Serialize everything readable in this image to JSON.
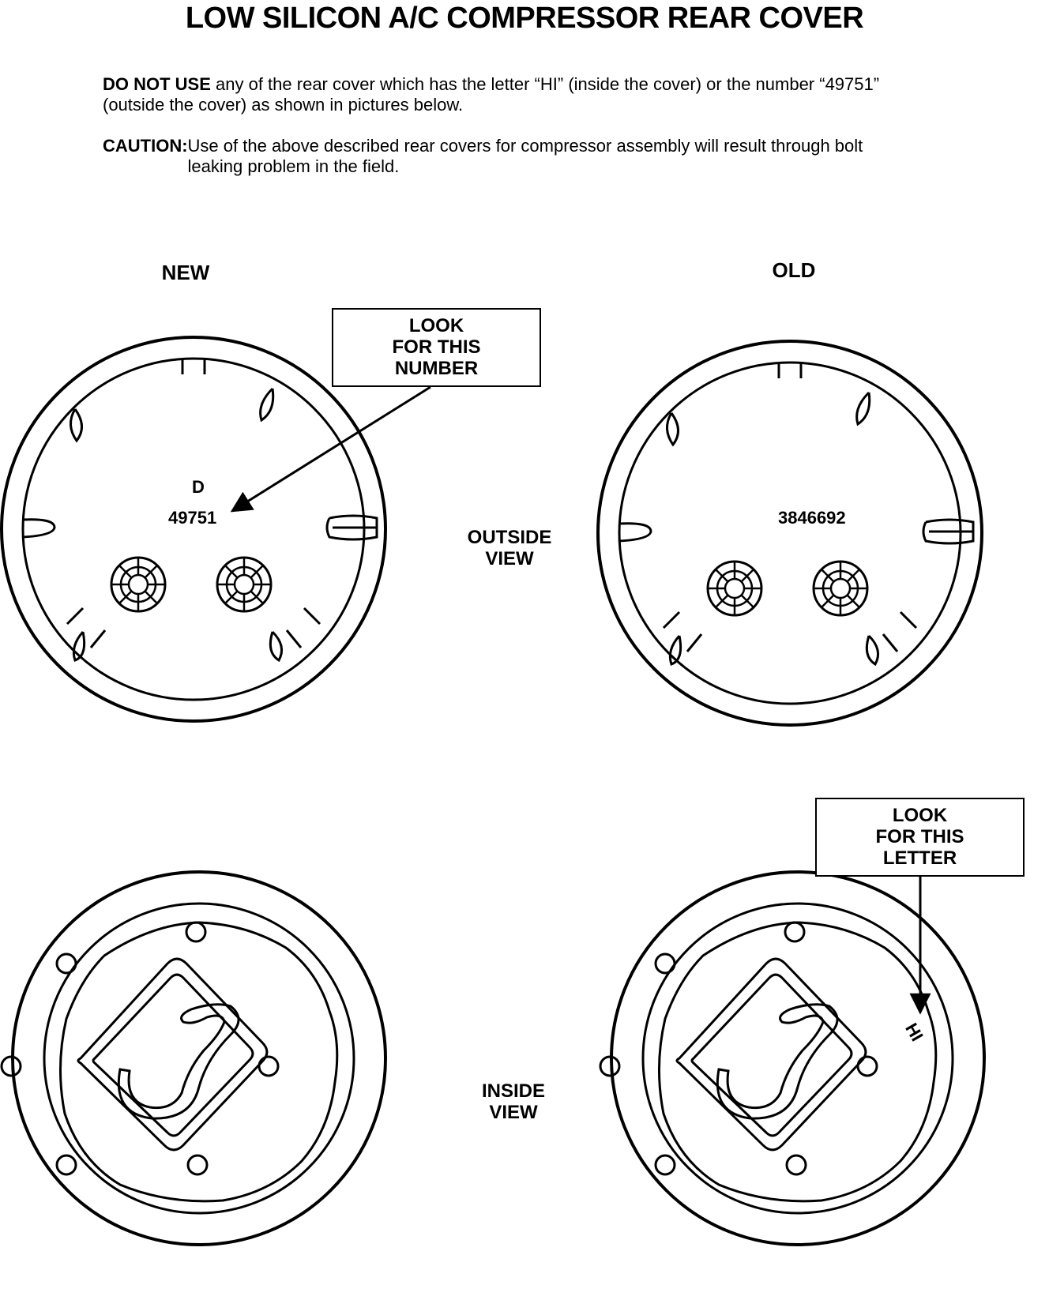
{
  "title": "LOW SILICON A/C COMPRESSOR REAR COVER",
  "warning": {
    "lead": "DO NOT USE",
    "text": " any of the rear cover which has the letter “HI” (inside the cover) or the number “49751” (outside the cover) as shown in pictures below."
  },
  "caution": {
    "label": "CAUTION:",
    "text": "Use of the above described rear covers for compressor assembly will result through bolt leaking problem in the field."
  },
  "columns": {
    "new": "NEW",
    "old": "OLD"
  },
  "views": {
    "outside": [
      "OUTSIDE",
      "VIEW"
    ],
    "inside": [
      "INSIDE",
      "VIEW"
    ]
  },
  "callouts": {
    "number": [
      "LOOK",
      "FOR THIS",
      "NUMBER"
    ],
    "letter": [
      "LOOK",
      "FOR THIS",
      "LETTER"
    ]
  },
  "markings": {
    "new_letter": "D",
    "new_number": "49751",
    "old_number": "3846692",
    "inside_letter": "HI"
  }
}
